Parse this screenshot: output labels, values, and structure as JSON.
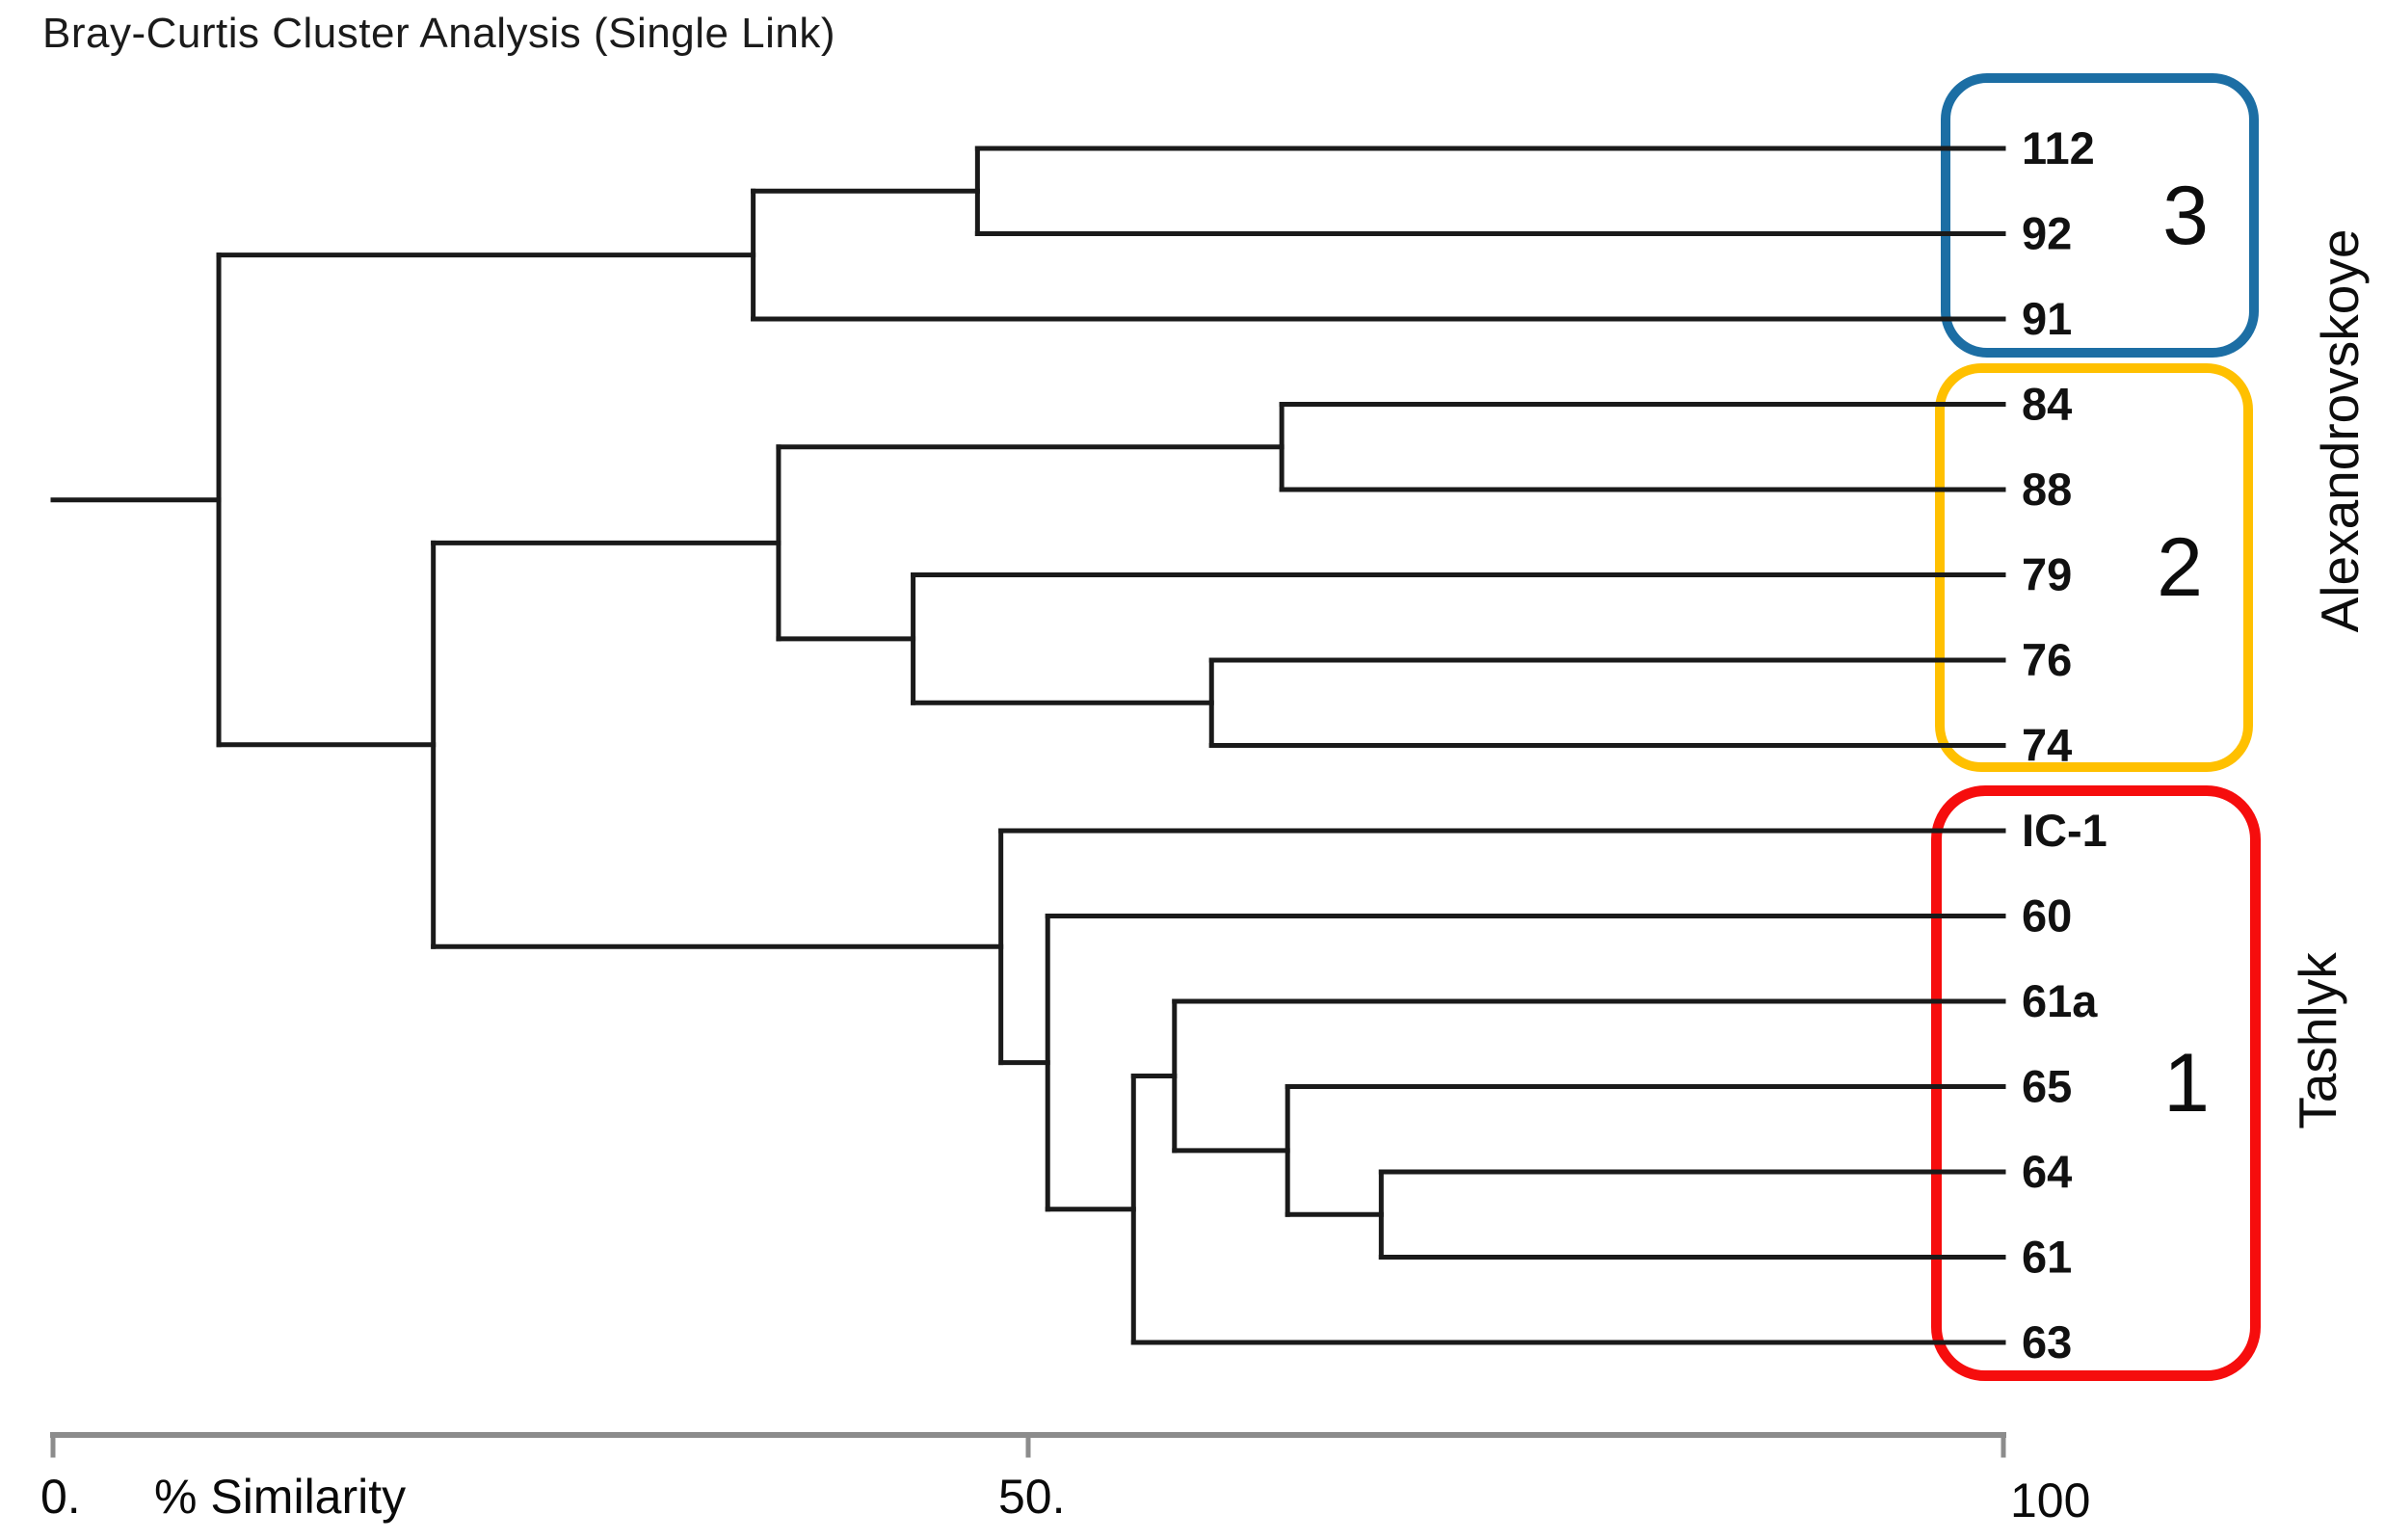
{
  "title": "Bray-Curtis Cluster Analysis (Single Link)",
  "colors": {
    "tree_line": "#1a1a1a",
    "axis_line": "#8c8c8c",
    "text": "#0a0a0a"
  },
  "chart_data": {
    "type": "dendrogram",
    "orientation": "horizontal",
    "linkage": "single",
    "title": "Bray-Curtis Cluster Analysis (Single Link)",
    "xlabel": "% Similarity",
    "xlim": [
      0,
      100
    ],
    "x_ticks": [
      {
        "value": 0,
        "label": "0."
      },
      {
        "value": 50,
        "label": "50."
      },
      {
        "value": 100,
        "label": "100"
      }
    ],
    "leaves": [
      "112",
      "92",
      "91",
      "84",
      "88",
      "79",
      "76",
      "74",
      "IC-1",
      "60",
      "61a",
      "65",
      "64",
      "61",
      "63"
    ],
    "merges": [
      {
        "pair": [
          "112",
          "92"
        ],
        "similarity": 47.4
      },
      {
        "pair": [
          "n0",
          "91"
        ],
        "similarity": 35.9
      },
      {
        "pair": [
          "84",
          "88"
        ],
        "similarity": 63.0
      },
      {
        "pair": [
          "76",
          "74"
        ],
        "similarity": 59.4
      },
      {
        "pair": [
          "79",
          "n3"
        ],
        "similarity": 44.1
      },
      {
        "pair": [
          "n2",
          "n4"
        ],
        "similarity": 37.2
      },
      {
        "pair": [
          "64",
          "61"
        ],
        "similarity": 68.1
      },
      {
        "pair": [
          "65",
          "n6"
        ],
        "similarity": 63.3
      },
      {
        "pair": [
          "61a",
          "n7"
        ],
        "similarity": 57.5
      },
      {
        "pair": [
          "n8",
          "63"
        ],
        "similarity": 55.4
      },
      {
        "pair": [
          "60",
          "n9"
        ],
        "similarity": 51.0
      },
      {
        "pair": [
          "IC-1",
          "n10"
        ],
        "similarity": 48.6
      },
      {
        "pair": [
          "n5",
          "n11"
        ],
        "similarity": 19.5
      },
      {
        "pair": [
          "n1",
          "n12"
        ],
        "similarity": 8.5
      }
    ],
    "clusters": [
      {
        "label": "3",
        "color": "#1C6EA4",
        "samples": [
          "112",
          "92",
          "91"
        ]
      },
      {
        "label": "2",
        "color": "#FFC000",
        "samples": [
          "84",
          "88",
          "79",
          "76",
          "74"
        ]
      },
      {
        "label": "1",
        "color": "#F60D0D",
        "samples": [
          "IC-1",
          "60",
          "61a",
          "65",
          "64",
          "61",
          "63"
        ]
      }
    ],
    "region_labels": [
      {
        "text": "Alexandrovskoye",
        "applies_to_clusters": [
          "3",
          "2"
        ]
      },
      {
        "text": "Tashlyk",
        "applies_to_clusters": [
          "1"
        ]
      }
    ]
  }
}
